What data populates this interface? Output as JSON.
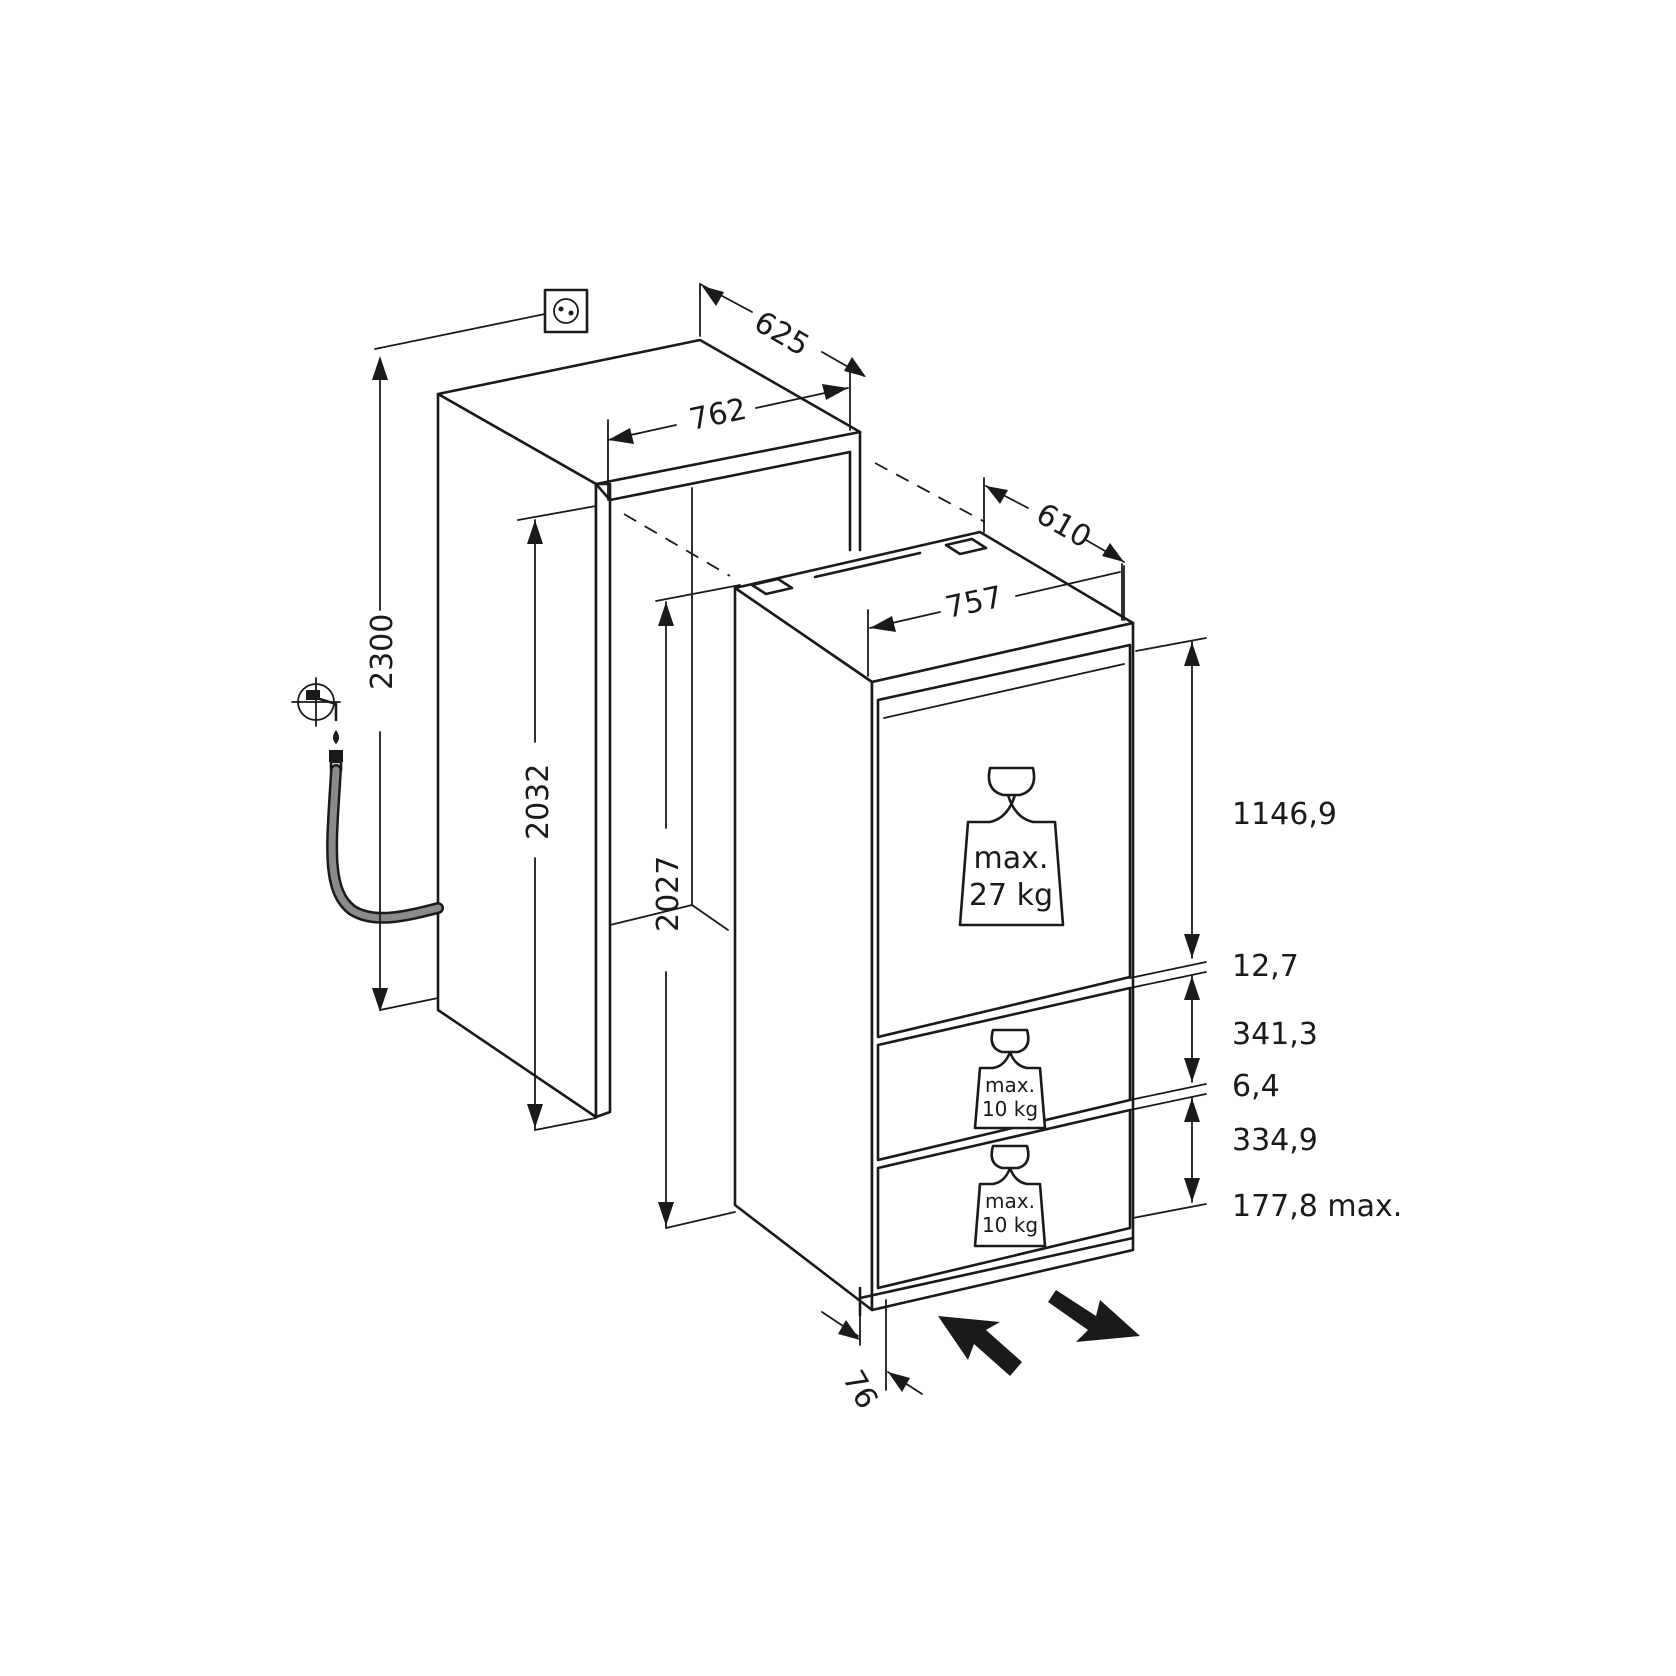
{
  "dimensions": {
    "niche_depth": "625",
    "niche_width": "762",
    "niche_height_total": "2300",
    "niche_height_inner": "2032",
    "appliance_height": "2027",
    "appliance_depth": "610",
    "appliance_width": "757",
    "door_upper": "1146,9",
    "gap_1": "12,7",
    "drawer_upper": "341,3",
    "gap_2": "6,4",
    "drawer_lower": "334,9",
    "plinth": "177,8 max.",
    "plinth_depth": "76"
  },
  "weights": {
    "door_line1": "max.",
    "door_line2": "27 kg",
    "drawer1_line1": "max.",
    "drawer1_line2": "10 kg",
    "drawer2_line1": "max.",
    "drawer2_line2": "10 kg"
  },
  "icons": [
    "power-socket-icon",
    "water-tap-icon",
    "water-hose-icon",
    "weight-icon",
    "airflow-arrow-icon"
  ]
}
